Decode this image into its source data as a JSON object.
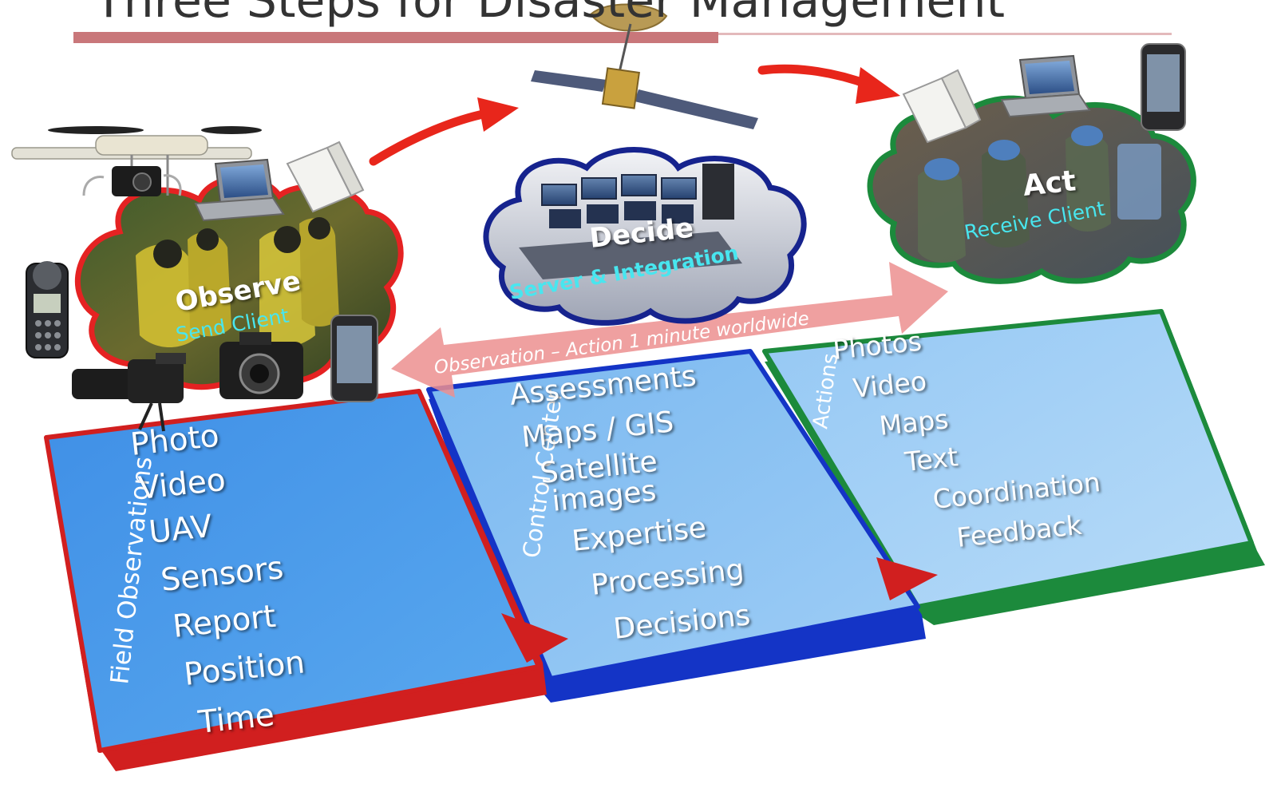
{
  "title": "Three Steps for Disaster Management",
  "banner": "Observation – Action 1 minute worldwide",
  "stages": {
    "observe": {
      "label": "Observe",
      "sublabel": "Send Client"
    },
    "decide": {
      "label": "Decide",
      "sublabel": "Server & Integration"
    },
    "act": {
      "label": "Act",
      "sublabel": "Receive Client"
    }
  },
  "panels": {
    "field": {
      "heading": "Field Observations",
      "items": [
        "Photo",
        "Video",
        "UAV",
        "Sensors",
        "Report",
        "Position",
        "Time"
      ]
    },
    "control": {
      "heading": "Control Center",
      "items": [
        "Assessments",
        "Maps / GIS",
        "Satellite",
        "images",
        "Expertise",
        "Processing",
        "Decisions"
      ]
    },
    "actions": {
      "heading": "Actions",
      "items": [
        "Photos",
        "Video",
        "Maps",
        "Text",
        "Coordination",
        "Feedback"
      ]
    }
  },
  "colors": {
    "rule_left": "#c9777a",
    "rule_right": "#e3b9bb",
    "arrow_red": "#e8261b",
    "banner": "#ec8f8f",
    "field_panel": "#4a9be8",
    "field_border": "#d11f1f",
    "control_panel": "#8cc3f0",
    "control_border": "#1434c6",
    "actions_panel": "#a9d2f5",
    "actions_border": "#1c8a3c",
    "cyan_text": "#48e6ef"
  }
}
